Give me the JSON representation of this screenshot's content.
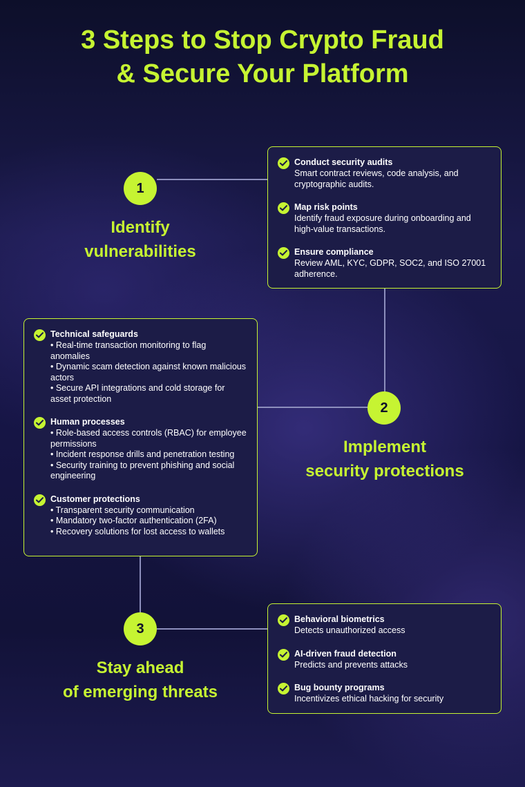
{
  "title": {
    "line1": "3 Steps to Stop Crypto Fraud",
    "line2": "& Secure Your Platform"
  },
  "colors": {
    "accent": "#c6f432",
    "card_bg": "#1c1c47",
    "connector": "#8d8fbd"
  },
  "icons": {
    "check": "check-circle-icon"
  },
  "steps": [
    {
      "number": "1",
      "title_line1": "Identify",
      "title_line2": "vulnerabilities",
      "items": [
        {
          "title": "Conduct security audits",
          "desc": "Smart contract reviews, code analysis, and cryptographic audits."
        },
        {
          "title": "Map risk points",
          "desc": "Identify fraud exposure during onboarding and high-value transactions."
        },
        {
          "title": "Ensure compliance",
          "desc": "Review AML, KYC, GDPR, SOC2, and ISO 27001 adherence."
        }
      ]
    },
    {
      "number": "2",
      "title_line1": "Implement",
      "title_line2": "security protections",
      "items": [
        {
          "title": "Technical safeguards",
          "bullets": [
            "• Real-time transaction monitoring to flag anomalies",
            "• Dynamic scam detection against known malicious actors",
            "• Secure API integrations and cold storage for asset protection"
          ]
        },
        {
          "title": "Human processes",
          "bullets": [
            "• Role-based access controls (RBAC) for employee permissions",
            "• Incident response drills and penetration testing",
            "• Security training to prevent phishing and social engineering"
          ]
        },
        {
          "title": "Customer protections",
          "bullets": [
            "• Transparent security communication",
            "• Mandatory two-factor authentication (2FA)",
            "• Recovery solutions for lost access to wallets"
          ]
        }
      ]
    },
    {
      "number": "3",
      "title_line1": "Stay ahead",
      "title_line2": "of emerging threats",
      "items": [
        {
          "title": "Behavioral biometrics",
          "desc": "Detects unauthorized access"
        },
        {
          "title": "AI-driven fraud detection",
          "desc": "Predicts and prevents attacks"
        },
        {
          "title": "Bug bounty programs",
          "desc": "Incentivizes ethical hacking for security"
        }
      ]
    }
  ]
}
